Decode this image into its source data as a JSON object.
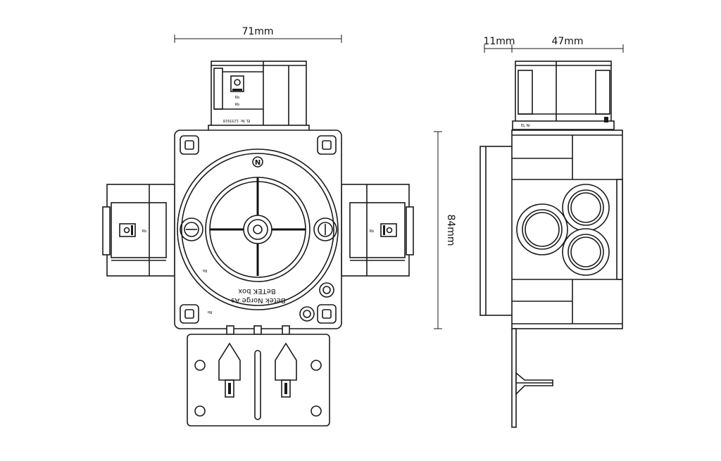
{
  "dimensions": {
    "front_width": "71mm",
    "side_depth_a": "11mm",
    "side_depth_b": "47mm",
    "height": "84mm"
  },
  "front_view": {
    "top_letter": "N",
    "brand_line1": "Betek Norge As",
    "brand_line2": "BeTEK box",
    "top_connector_text": "EL Nr. 1233918",
    "mark_text": "Rb"
  },
  "side_view": {
    "connector_text": "EL Nr"
  }
}
